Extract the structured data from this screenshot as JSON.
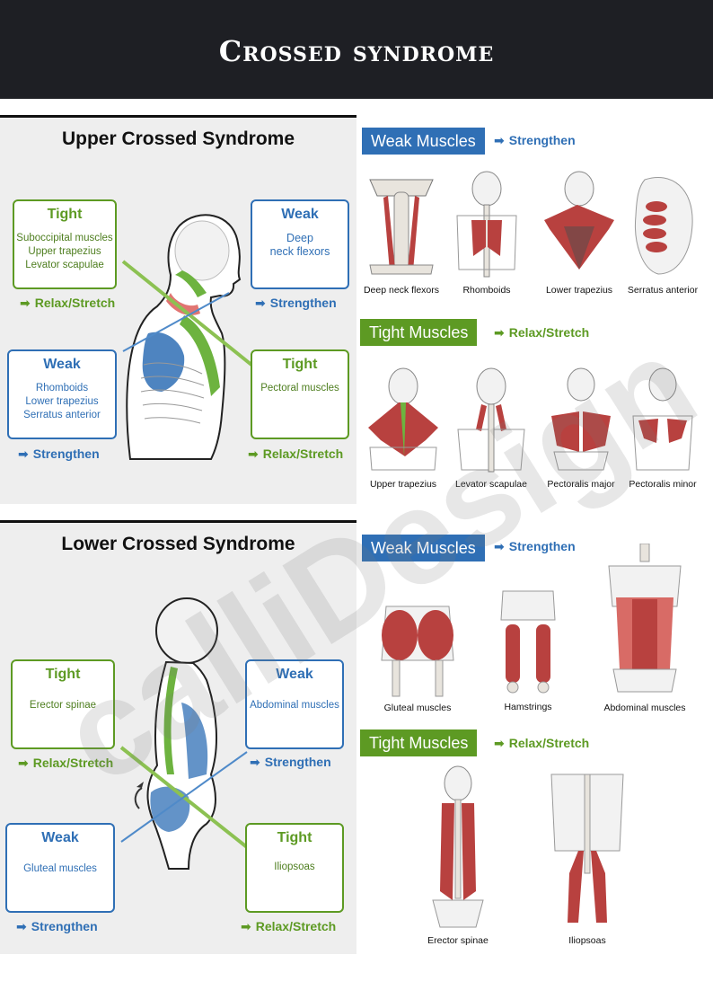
{
  "title": "Crossed syndrome",
  "upper": {
    "title": "Upper Crossed Syndrome",
    "tight_box_1": {
      "head": "Tight",
      "lines": [
        "Suboccipital muscles",
        "Upper trapezius",
        "Levator scapulae"
      ],
      "action": "Relax/Stretch"
    },
    "weak_box_1": {
      "head": "Weak",
      "lines": [
        "Deep",
        "neck flexors"
      ],
      "action": "Strengthen"
    },
    "weak_box_2": {
      "head": "Weak",
      "lines": [
        "Rhomboids",
        "Lower trapezius",
        "Serratus anterior"
      ],
      "action": "Strengthen"
    },
    "tight_box_2": {
      "head": "Tight",
      "lines": [
        "Pectoral muscles"
      ],
      "action": "Relax/Stretch"
    },
    "weak_label": "Weak Muscles",
    "weak_action": "Strengthen",
    "weak_muscles": [
      "Deep neck flexors",
      "Rhomboids",
      "Lower trapezius",
      "Serratus anterior"
    ],
    "tight_label": "Tight Muscles",
    "tight_action": "Relax/Stretch",
    "tight_muscles": [
      "Upper trapezius",
      "Levator scapulae",
      "Pectoralis major",
      "Pectoralis minor"
    ]
  },
  "lower": {
    "title": "Lower Crossed Syndrome",
    "tight_box_1": {
      "head": "Tight",
      "lines": [
        "Erector spinae"
      ],
      "action": "Relax/Stretch"
    },
    "weak_box_1": {
      "head": "Weak",
      "lines": [
        "Abdominal muscles"
      ],
      "action": "Strengthen"
    },
    "weak_box_2": {
      "head": "Weak",
      "lines": [
        "Gluteal muscles"
      ],
      "action": "Strengthen"
    },
    "tight_box_2": {
      "head": "Tight",
      "lines": [
        "Iliopsoas"
      ],
      "action": "Relax/Stretch"
    },
    "weak_label": "Weak Muscles",
    "weak_action": "Strengthen",
    "weak_muscles": [
      "Gluteal muscles",
      "Hamstrings",
      "Abdominal muscles"
    ],
    "tight_label": "Tight Muscles",
    "tight_action": "Relax/Stretch",
    "tight_muscles": [
      "Erector spinae",
      "Iliopsoas"
    ]
  },
  "watermark": "calliDesign",
  "colors": {
    "weak": "#2f6fb5",
    "tight": "#5d9a23",
    "header": "#1e1f24",
    "muscle": "#b8413f"
  }
}
